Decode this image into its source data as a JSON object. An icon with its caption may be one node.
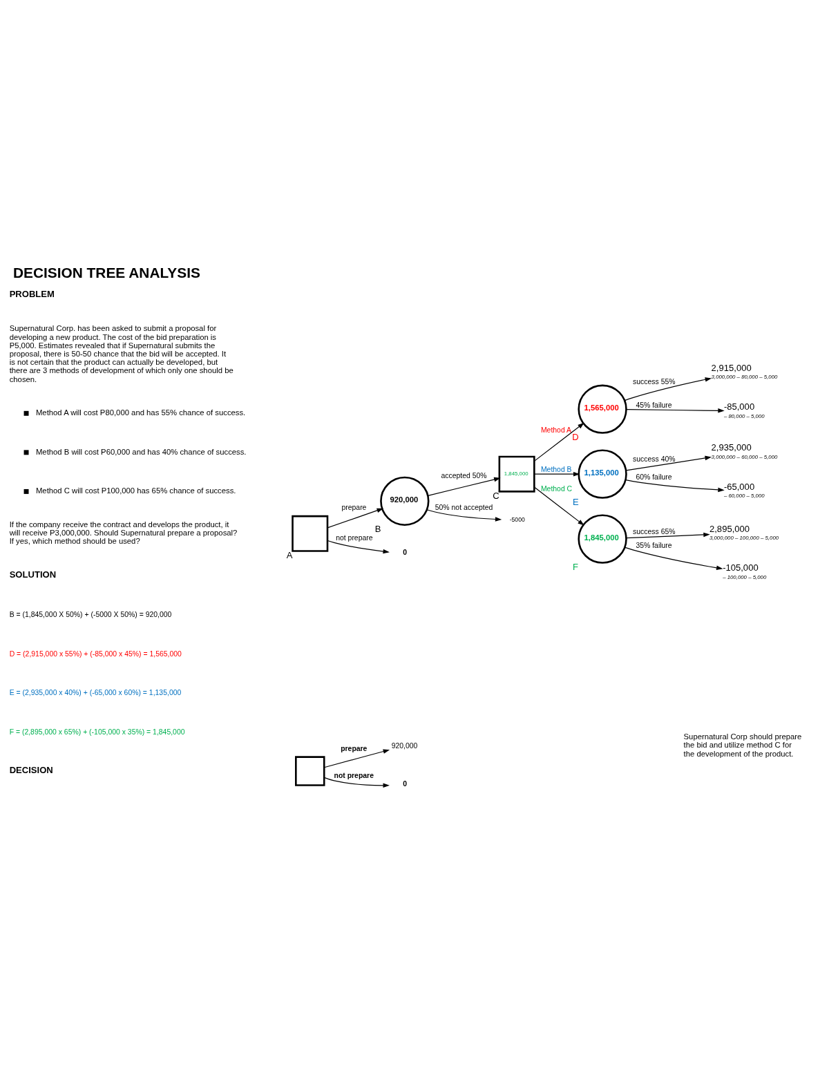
{
  "diagram": {
    "title": "DECISION TREE ANALYSIS",
    "nodes": [
      {
        "text": [
          "A"
        ]
      },
      {
        "text": [
          "B",
          "920,000"
        ]
      },
      {
        "text": [
          "C",
          "1,845,000"
        ]
      },
      {
        "text": [
          "D",
          "1,565,000"
        ]
      },
      {
        "text": [
          "E",
          "1,135,000"
        ]
      },
      {
        "text": [
          "F",
          "1,845,000"
        ]
      },
      {
        "text": [
          "-5000"
        ]
      },
      {
        "text": [
          "0"
        ]
      },
      {
        "text": [
          "2,915,000",
          "3,000,000 – 80,000 – 5,000"
        ]
      },
      {
        "text": [
          "-85,000",
          "– 80,000 – 5,000"
        ]
      },
      {
        "text": [
          "2,935,000",
          "3,000,000 – 60,000 – 5,000"
        ]
      },
      {
        "text": [
          "-65,000",
          "– 60,000 – 5,000"
        ]
      },
      {
        "text": [
          "2,895,000",
          "3,000,000 – 100,000 – 5,000"
        ]
      },
      {
        "text": [
          "-105,000",
          "– 100,000 – 5,000"
        ]
      },
      {
        "text": [],
        "shape": "box"
      },
      {
        "text": [
          "920,000"
        ]
      },
      {
        "text": [
          "0"
        ]
      }
    ],
    "edges": [
      {
        "from": 0,
        "to": 1,
        "arrow": "to",
        "label": "prepare"
      },
      {
        "from": 0,
        "to": 7,
        "arrow": "to",
        "label": "not prepare"
      },
      {
        "from": 1,
        "to": 2,
        "arrow": "to",
        "label": "accepted 50%"
      },
      {
        "from": 1,
        "to": 6,
        "arrow": "to",
        "label": "50% not accepted"
      },
      {
        "from": 2,
        "to": 3,
        "arrow": "to",
        "label": "Method A"
      },
      {
        "from": 2,
        "to": 4,
        "arrow": "to",
        "label": "Method B"
      },
      {
        "from": 2,
        "to": 5,
        "arrow": "to",
        "label": "Method C"
      },
      {
        "from": 3,
        "to": 8,
        "arrow": "to",
        "label": "success 55%"
      },
      {
        "from": 3,
        "to": 9,
        "arrow": "to",
        "label": "45% failure"
      },
      {
        "from": 4,
        "to": 10,
        "arrow": "to",
        "label": "success 40%"
      },
      {
        "from": 4,
        "to": 11,
        "arrow": "to",
        "label": "60% failure"
      },
      {
        "from": 5,
        "to": 12,
        "arrow": "to",
        "label": "success 65%"
      },
      {
        "from": 5,
        "to": 13,
        "arrow": "to",
        "label": "35% failure"
      },
      {
        "from": 14,
        "to": 15,
        "arrow": "to",
        "label": "prepare"
      },
      {
        "from": 14,
        "to": 16,
        "arrow": "to",
        "label": "not prepare"
      }
    ],
    "labels": [
      "PROBLEM",
      "Supernatural Corp. has been asked to submit a proposal for developing a new product. The cost of the bid preparation is P5,000. Estimates revealed that if Supernatural submits the proposal, there is 50-50 chance that the bid will be accepted. It is not certain that the product can actually be developed, but there are 3 methods of development of which only one should be chosen.",
      "Method A will cost P80,000 and has 55% chance of success.",
      "Method B will cost P60,000 and has 40% chance of success.",
      "Method C will cost P100,000 has 65% chance of success.",
      "If the company receive the contract and develops the product, it will receive P3,000,000. Should Supernatural prepare a proposal? If yes, which method should be used?",
      "SOLUTION",
      "B = (1,845,000 X 50%) + (-5000 X 50%) = 920,000",
      "D = (2,915,000 x 55%) + (-85,000 x 45%) = 1,565,000",
      "E = (2,935,000 x 40%) + (-65,000 x 60%) = 1,135,000",
      "F = (2,895,000 x 65%) + (-105,000 x 35%) = 1,845,000",
      "DECISION",
      "Supernatural Corp should prepare the bid and utilize method C for the development of the product."
    ]
  }
}
